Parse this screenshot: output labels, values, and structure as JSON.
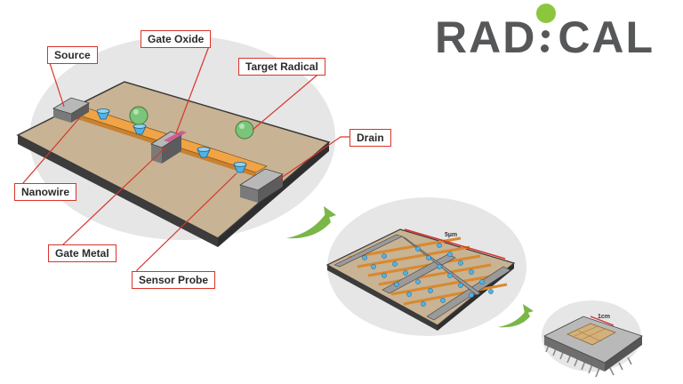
{
  "brand": {
    "logo_left": "RAD",
    "logo_right": "CAL",
    "accent_color": "#8cc63f",
    "text_color": "#555759"
  },
  "labels": {
    "source": "Source",
    "gate_oxide": "Gate Oxide",
    "target_radical": "Target Radical",
    "drain": "Drain",
    "nanowire": "Nanowire",
    "gate_metal": "Gate Metal",
    "sensor_probe": "Sensor Probe"
  },
  "scale": {
    "array": "5µm",
    "chip": "1cm"
  },
  "colors": {
    "callout_border": "#d9342b",
    "substrate": "#c8b394",
    "nanowire": "#f0a445",
    "probe": "#4fb3e8",
    "radical": "#7cc47a",
    "arrow": "#7ab648"
  },
  "icons": [
    "radical-sphere-icon",
    "sensor-probe-icon",
    "scale-bar-icon",
    "step-arrow-icon"
  ]
}
